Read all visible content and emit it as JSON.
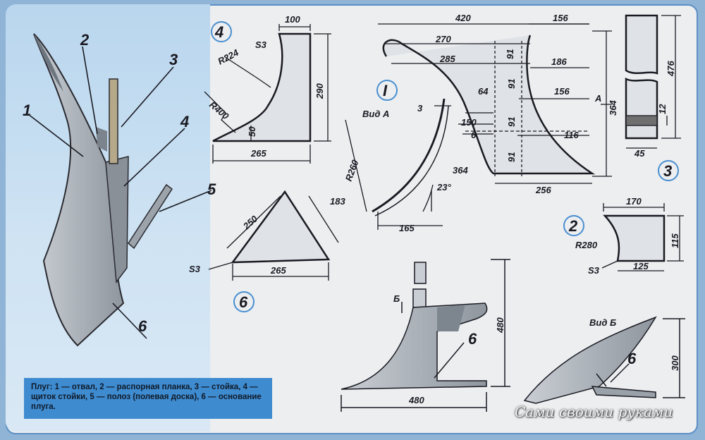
{
  "caption": "Плуг: 1 — отвал, 2 — распорная планка, 3 — стойка, 4 — щиток стойки, 5 — полоз (полевая доска), 6 — основание плуга.",
  "watermark": "Сами своими руками",
  "part_labels": {
    "p1": "1",
    "p2": "2",
    "p3": "3",
    "p4": "4",
    "p5": "5",
    "p6": "6",
    "detail1": "I",
    "detail2": "2",
    "detail3": "3",
    "detail4": "4",
    "detail6": "6",
    "base6a": "6",
    "base6b": "6"
  },
  "view_labels": {
    "view_a": "Вид А",
    "view_b": "Вид Б",
    "arrow_a": "А",
    "arrow_b": "Б"
  },
  "dimensions": {
    "d4_100": "100",
    "d4_s3": "S3",
    "d4_r224": "R224",
    "d4_r400": "R400",
    "d4_290": "290",
    "d4_50": "50",
    "d4_265": "265",
    "d1_420": "420",
    "d1_156a": "156",
    "d1_270": "270",
    "d1_285": "285",
    "d1_91a": "91",
    "d1_186": "186",
    "d1_64": "64",
    "d1_91b": "91",
    "d1_156b": "156",
    "d1_364": "364",
    "d1_150": "150",
    "d1_6": "6",
    "d1_91c": "91",
    "d1_116": "116",
    "d1_91d": "91",
    "d1_256": "256",
    "da_3": "3",
    "da_r260": "R260",
    "da_364": "364",
    "da_23": "23°",
    "da_165": "165",
    "d3_476": "476",
    "d3_12": "12",
    "d3_45": "45",
    "d6_250": "250",
    "d6_183": "183",
    "d6_s3": "S3",
    "d6_265": "265",
    "d2_170": "170",
    "d2_r280": "R280",
    "d2_115": "115",
    "d2_s3": "S3",
    "d2_125": "125",
    "db_480h": "480",
    "db_480w": "480",
    "db_300": "300"
  },
  "colors": {
    "background": "#8fb4d6",
    "sheet": "#eceef0",
    "ink": "#1a1a22",
    "metal": "#a7adb3",
    "caption_bg": "#3f8bd0"
  }
}
